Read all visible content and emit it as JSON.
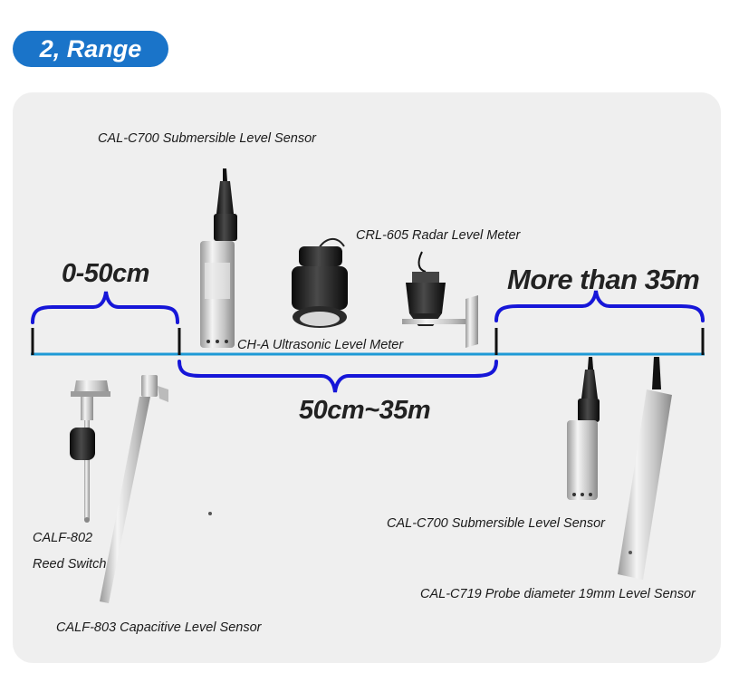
{
  "header": {
    "title": "2, Range"
  },
  "ranges": {
    "low": "0-50cm",
    "mid": "50cm~35m",
    "high": "More than 35m"
  },
  "labels": {
    "c700_top": "CAL-C700 Submersible Level Sensor",
    "crl605": "CRL-605 Radar Level Meter",
    "cha": "CH-A Ultrasonic Level Meter",
    "calf802_line1": "CALF-802",
    "calf802_line2": "Reed Switch",
    "calf803": "CALF-803 Capacitive Level Sensor",
    "c700_bottom": "CAL-C700 Submersible Level Sensor",
    "c719": "CAL-C719 Probe diameter 19mm Level Sensor"
  },
  "colors": {
    "accent": "#1a74c9",
    "bracket": "#1616d8",
    "axis": "#1e9ad6"
  }
}
